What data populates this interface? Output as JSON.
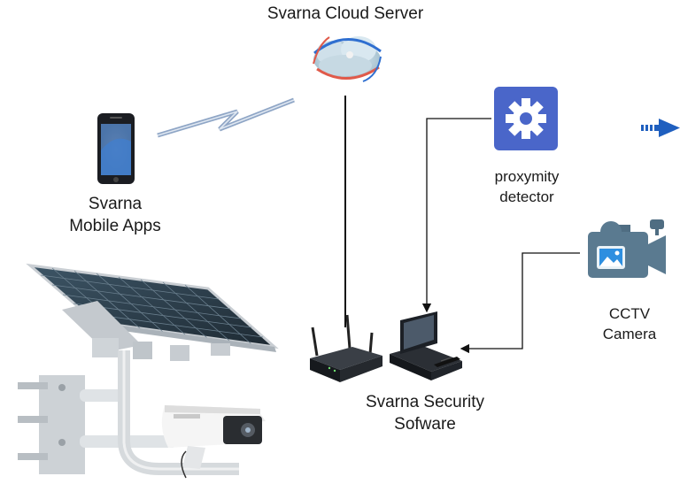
{
  "diagram": {
    "nodes": {
      "cloud_server": {
        "label": "Svarna Cloud Server"
      },
      "mobile_apps": {
        "label_line1": "Svarna",
        "label_line2": "Mobile Apps"
      },
      "proximity_detector": {
        "label_line1": "proxymity",
        "label_line2": "detector"
      },
      "cctv_camera": {
        "label_line1": "CCTV",
        "label_line2": "Camera"
      },
      "security_software": {
        "label_line1": "Svarna Security",
        "label_line2": "Sofware"
      }
    },
    "colors": {
      "gear_tile": "#4A66C9",
      "arrow_blue": "#1F5FBF",
      "camera_body": "#5A7A90",
      "line": "#111111",
      "zigzag": "#7F96B8"
    }
  }
}
